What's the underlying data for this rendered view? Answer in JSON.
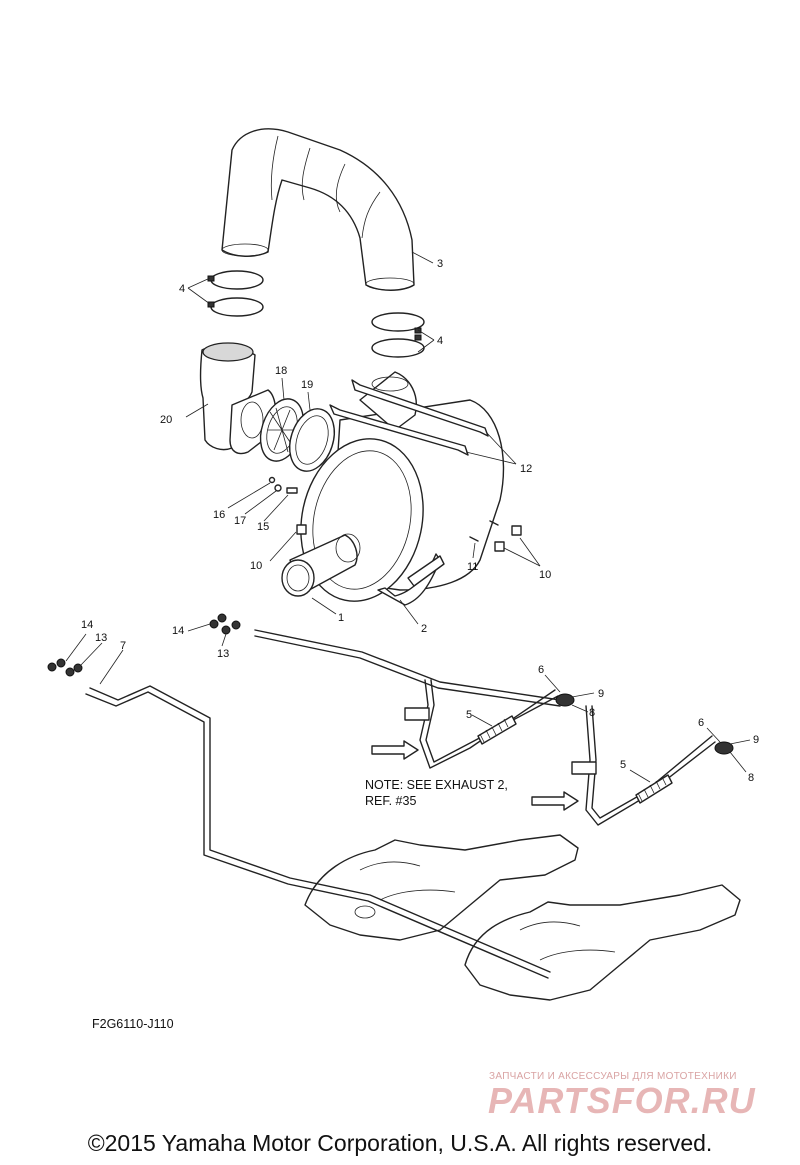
{
  "diagram": {
    "callouts": {
      "c1": "1",
      "c2": "2",
      "c3": "3",
      "c4a": "4",
      "c4b": "4",
      "c5a": "5",
      "c5b": "5",
      "c6a": "6",
      "c6b": "6",
      "c7": "7",
      "c8a": "8",
      "c8b": "8",
      "c9a": "9",
      "c9b": "9",
      "c10a": "10",
      "c10b": "10",
      "c11": "11",
      "c12": "12",
      "c13a": "13",
      "c13b": "13",
      "c14a": "14",
      "c14b": "14",
      "c15": "15",
      "c16": "16",
      "c17": "17",
      "c18": "18",
      "c19": "19",
      "c20": "20"
    },
    "note_line1": "NOTE: SEE EXHAUST 2,",
    "note_line2": "REF. #35",
    "figure_code": "F2G6110-J110"
  },
  "watermark": {
    "tagline": "ЗАПЧАСТИ И АКСЕССУАРЫ ДЛЯ МОТОТЕХНИКИ",
    "logo_text": "PARTSFOR.RU"
  },
  "footer": {
    "copyright": "©2015 Yamaha Motor Corporation, U.S.A. All rights reserved."
  }
}
